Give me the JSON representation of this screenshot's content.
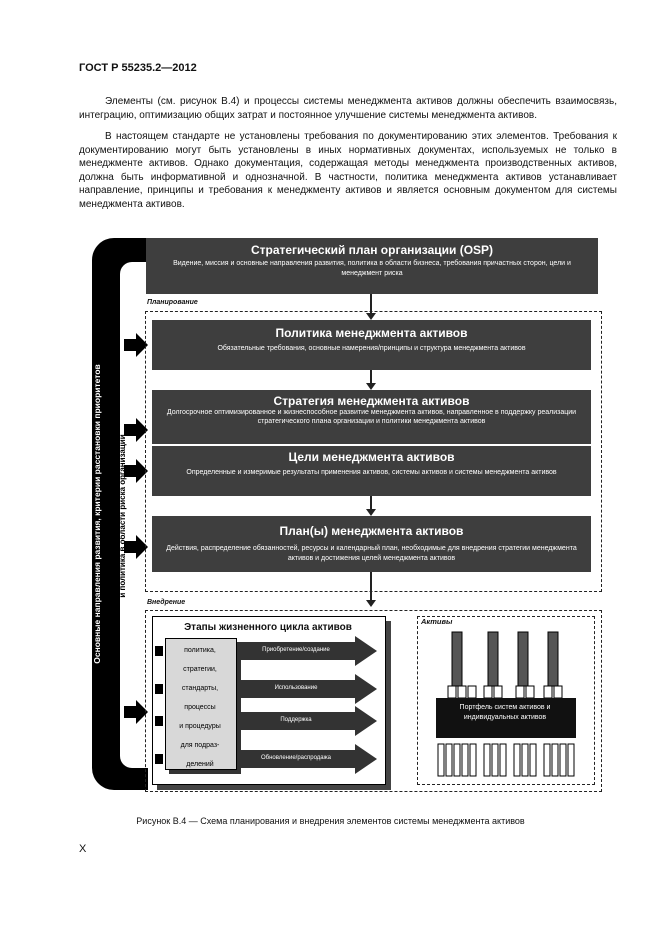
{
  "header": "ГОСТ Р 55235.2—2012",
  "paragraphs": [
    "Элементы (см. рисунок В.4) и процессы системы менеджмента активов должны обеспечить взаимосвязь, интеграцию, оптимизацию общих затрат и постоянное улучшение системы менеджмента активов.",
    "В настоящем стандарте не установлены требования по документированию этих элементов. Требования к документированию могут быть установлены в иных нормативных документах, используемых не только в менеджменте активов. Однако документация, содержащая методы менеджмента производственных активов, должна быть информативной и однозначной. В частности, политика менеджмента активов устанавливает направление, принципы и требования к менеджменту активов и является основным документом для системы менеджмента активов."
  ],
  "diagram": {
    "left_bar": {
      "line1": "Основные направления развития, критерии расстановки приоритетов",
      "line2": "и политика в области риска организации"
    },
    "osp": {
      "title": "Стратегический план организации (OSP)",
      "desc": "Видение, миссия и основные направления развития, политика в области бизнеса, требования причастных сторон, цели и менеджмент риска"
    },
    "planning_label": "Планирование",
    "policy": {
      "title": "Политика менеджмента активов",
      "desc": "Обязательные требования, основные намерения/принципы и структура менеджмента активов"
    },
    "strategy": {
      "title": "Стратегия менеджмента активов",
      "desc": "Долгосрочное оптимизированное и жизнеспособное развитие менеджмента активов, направленное в поддержку реализации стратегического плана организации и политики менеджмента активов"
    },
    "goals": {
      "title": "Цели менеджмента активов",
      "desc": "Определенные и измеримые результаты применения активов, системы активов и системы менеджмента активов"
    },
    "plans": {
      "title": "План(ы) менеджмента активов",
      "desc": "Действия, распределение обязанностей, ресурсы и календарный план, необходимые для внедрения стратегии менеджмента активов и достижения целей менеджмента активов"
    },
    "implementation_label": "Внедрение",
    "lifecycle": {
      "title": "Этапы жизненного цикла активов",
      "policy_lines": [
        "политика,",
        "стратегии,",
        "стандарты,",
        "процессы",
        "и процедуры",
        "для подраз-",
        "делений"
      ],
      "stages": [
        "Приобретение/создание",
        "Использование",
        "Поддержка",
        "Обновление/распродажа"
      ]
    },
    "assets": {
      "label": "Активы",
      "portfolio": "Портфель систем активов и индивидуальных активов"
    }
  },
  "caption": "Рисунок В.4 — Схема планирования и внедрения элементов системы менеджмента активов",
  "page_number": "X"
}
